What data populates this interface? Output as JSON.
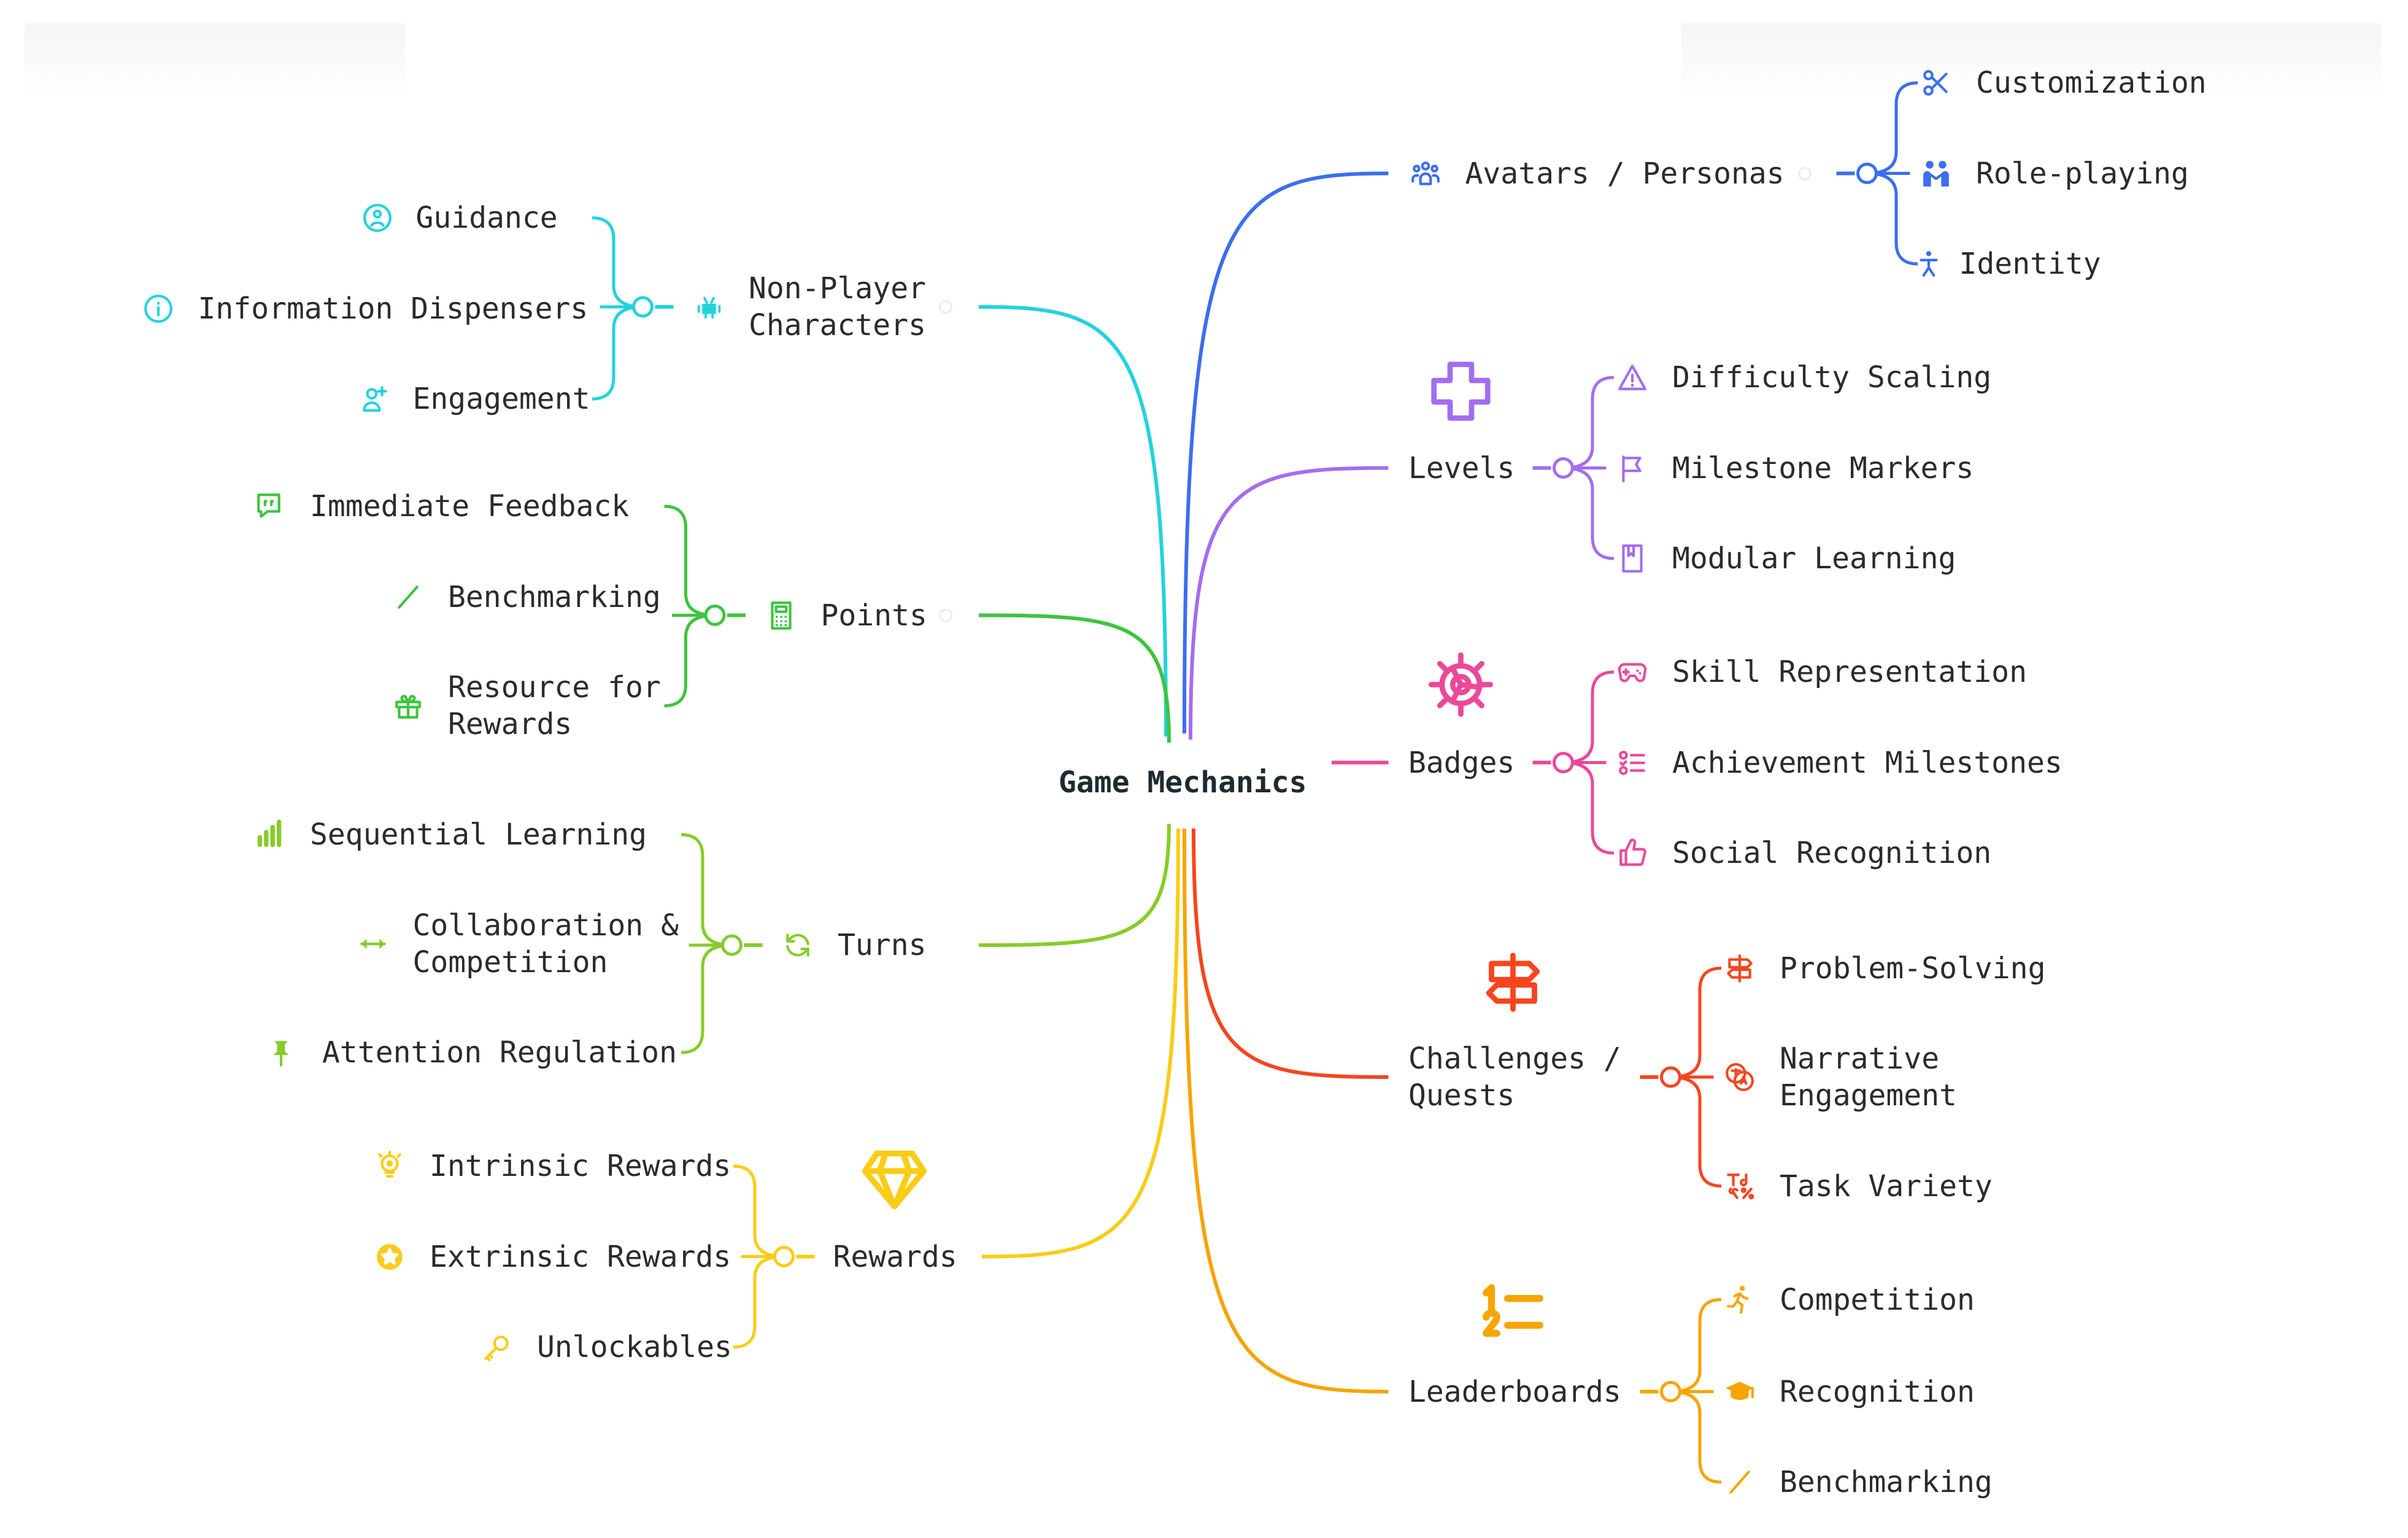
{
  "center": "Game Mechanics",
  "colors": {
    "npc": "#22d3de",
    "points": "#3ec43e",
    "turns": "#86cc2a",
    "rewards": "#facc15",
    "avatars": "#3b6ef0",
    "levels": "#a36df0",
    "badges": "#ec4899",
    "challenges": "#f6451e",
    "leaderboards": "#f7a400"
  },
  "branches": [
    {
      "id": "npc",
      "label": "Non-Player\nCharacters",
      "color": "#22d3de",
      "icon": "robot-icon",
      "children": [
        {
          "label": "Guidance",
          "icon": "help-person-icon"
        },
        {
          "label": "Information Dispensers",
          "icon": "info-icon"
        },
        {
          "label": "Engagement",
          "icon": "user-plus-icon"
        }
      ]
    },
    {
      "id": "points",
      "label": "Points",
      "color": "#3ec43e",
      "icon": "calculator-icon",
      "children": [
        {
          "label": "Immediate Feedback",
          "icon": "chat-quote-icon"
        },
        {
          "label": "Benchmarking",
          "icon": "slash-icon"
        },
        {
          "label": "Resource for\nRewards",
          "icon": "gift-icon"
        }
      ]
    },
    {
      "id": "turns",
      "label": "Turns",
      "color": "#86cc2a",
      "icon": "refresh-icon",
      "children": [
        {
          "label": "Sequential Learning",
          "icon": "bar-chart-icon"
        },
        {
          "label": "Collaboration &\nCompetition",
          "icon": "arrows-horizontal-icon"
        },
        {
          "label": "Attention Regulation",
          "icon": "pin-icon"
        }
      ]
    },
    {
      "id": "rewards",
      "label": "Rewards",
      "color": "#facc15",
      "icon": "diamond-icon",
      "children": [
        {
          "label": "Intrinsic Rewards",
          "icon": "bulb-person-icon"
        },
        {
          "label": "Extrinsic Rewards",
          "icon": "medal-icon"
        },
        {
          "label": "Unlockables",
          "icon": "key-icon"
        }
      ]
    },
    {
      "id": "avatars",
      "label": "Avatars / Personas",
      "color": "#3b6ef0",
      "icon": "people-icon",
      "children": [
        {
          "label": "Customization",
          "icon": "scissors-icon"
        },
        {
          "label": "Role-playing",
          "icon": "actors-icon"
        },
        {
          "label": "Identity",
          "icon": "person-icon"
        }
      ]
    },
    {
      "id": "levels",
      "label": "Levels",
      "color": "#a36df0",
      "icon": "plus-icon",
      "children": [
        {
          "label": "Difficulty Scaling",
          "icon": "warning-icon"
        },
        {
          "label": "Milestone Markers",
          "icon": "flag-icon"
        },
        {
          "label": "Modular Learning",
          "icon": "book-icon"
        }
      ]
    },
    {
      "id": "badges",
      "label": "Badges",
      "color": "#ec4899",
      "icon": "gear-icon",
      "children": [
        {
          "label": "Skill Representation",
          "icon": "gamepad-icon"
        },
        {
          "label": "Achievement Milestones",
          "icon": "checklist-icon"
        },
        {
          "label": "Social Recognition",
          "icon": "thumbs-up-icon"
        }
      ]
    },
    {
      "id": "challenges",
      "label": "Challenges /\nQuests",
      "color": "#f6451e",
      "icon": "signpost-icon",
      "children": [
        {
          "label": "Problem-Solving",
          "icon": "signpost-icon"
        },
        {
          "label": "Narrative\nEngagement",
          "icon": "translate-icon"
        },
        {
          "label": "Task Variety",
          "icon": "symbols-icon"
        }
      ]
    },
    {
      "id": "leaderboards",
      "label": "Leaderboards",
      "color": "#f7a400",
      "icon": "ranked-list-icon",
      "children": [
        {
          "label": "Competition",
          "icon": "running-icon"
        },
        {
          "label": "Recognition",
          "icon": "graduation-cap-icon"
        },
        {
          "label": "Benchmarking",
          "icon": "slash-icon"
        }
      ]
    }
  ]
}
